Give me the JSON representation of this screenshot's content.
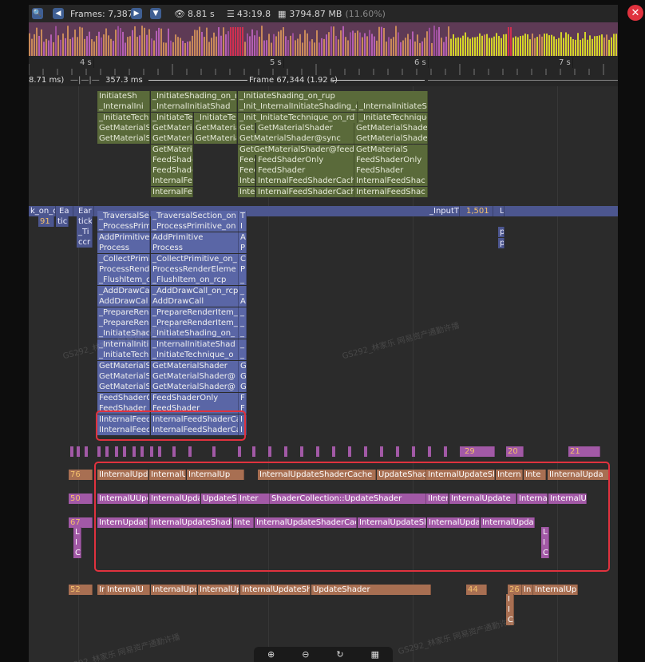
{
  "toolbar": {
    "frames_label": "Frames: 7,387",
    "time_label": "8.81 s",
    "total_time_label": "43:19.8",
    "memory_label": "3794.87 MB",
    "memory_percent": "(11.60%)"
  },
  "ruler": {
    "ticks": [
      "4 s",
      "5 s",
      "6 s",
      "7 s"
    ]
  },
  "framebar": {
    "left_label": "8.71 ms)",
    "mid_label": "357.3 ms",
    "frame_label": "Frame 67,344 (1.92 s)"
  },
  "green_rows": [
    [
      "InitiateSh",
      "_InitiateShading_on_rcp",
      "_InitiateShading_on_rup"
    ],
    [
      "_InternalIni",
      "_InternalInitiatShad",
      "_Init_InternalInitiateShading_on",
      "_InternalInitiateSh"
    ],
    [
      "_InitiateTech",
      "_InitiateTe",
      "_InitiateTe",
      "_Init_InitiateTechnique_on_rd",
      "_InitiateTechnique"
    ],
    [
      "GetMaterialS",
      "GetMateria",
      "GetMateria",
      "GetM",
      "GetMaterialShader",
      "GetMaterialShader"
    ],
    [
      "GetMaterialS",
      "GetMateria",
      "GetMateria",
      "GetMaterialShader@sync",
      "GetMaterialShader"
    ],
    [
      "GetMateria",
      "GetGetMaterialShader@feed",
      "GetMaterialS"
    ],
    [
      "FeedShade",
      "Feec",
      "FeedShaderOnly",
      "FeedShaderOnly"
    ],
    [
      "FeedShade",
      "Feec",
      "FeedShader",
      "FeedShader"
    ],
    [
      "InternalFe",
      "Intel",
      "InternalFeedShaderCach",
      "InternalFeedShac"
    ],
    [
      "InternalFe",
      "Intel",
      "InternalFeedShaderCach",
      "InternalFeedShac"
    ]
  ],
  "blue_top": {
    "left_labels": [
      "k_on_o",
      "Ea",
      "Ear"
    ],
    "left_row2": [
      "91",
      "tic",
      "tick"
    ],
    "left_row3": [
      "_Ti"
    ],
    "left_row4": [
      "ccr"
    ],
    "input_label": "_InputT",
    "input_num": "1,501",
    "input_small": "L",
    "small_p": [
      "p",
      "p"
    ]
  },
  "blue_rows": [
    [
      "_TraversalSe",
      "_TraversalSection_on",
      "T"
    ],
    [
      "_ProcessPrim",
      "_ProcessPrimitive_on",
      "I"
    ],
    [
      "AddPrimitive",
      "AddPrimitive",
      "A"
    ],
    [
      "Process",
      "Process",
      "P"
    ],
    [
      "_CollectPrimi",
      "_CollectPrimitive_on_",
      "C"
    ],
    [
      "ProcessRend",
      "ProcessRenderEleme",
      "P"
    ],
    [
      "_FlushItem_o",
      "_FlushItem_on_rcp",
      "_"
    ],
    [
      "_AddDrawCa",
      "_AddDrawCall_on_rcp",
      "_"
    ],
    [
      "AddDrawCal",
      "AddDrawCall",
      "A"
    ],
    [
      "_PrepareRen",
      "_PrepareRenderItem_",
      "_"
    ],
    [
      "_PrepareRen",
      "_PrepareRenderItem_",
      "_"
    ],
    [
      "_InitiateShad",
      "_InitiateShading_on_",
      "_"
    ],
    [
      "_InternalIniti",
      "_InternalInitiateShad",
      "_"
    ],
    [
      "_InitiateTech",
      "_InitiateTechnique_o",
      "_"
    ],
    [
      "GetMaterialS",
      "GetMaterialShader",
      "G"
    ],
    [
      "GetMaterialS",
      "GetMaterialShader@",
      "G"
    ],
    [
      "GetMaterialS",
      "GetMaterialShader@",
      "G"
    ],
    [
      "FeedShaderC",
      "FeedShaderOnly",
      "F"
    ],
    [
      "FeedShader",
      "FeedShader",
      "F"
    ],
    [
      "IInternalFeed",
      "InternalFeedShaderCa",
      "I"
    ],
    [
      "IInternalFeec",
      "InternalFeedShaderCa",
      "I"
    ]
  ],
  "purple_markers": [
    "29",
    "20",
    "21"
  ],
  "orange_row1": {
    "num": "76",
    "labels": [
      "IInternalUpd",
      "InternalU",
      "InternalUp",
      "InternalUpdateShaderCache",
      "UpdateShad",
      "InternalUpdateSh",
      "Intern",
      "Inte",
      "IInternalUpda"
    ]
  },
  "purple_row2": {
    "num": "50",
    "labels": [
      "InternalUUpd",
      "InternalUpda",
      "UpdateS",
      "Inter",
      "ShaderCollection::UpdateShader",
      "IInter",
      "InternalUpdate",
      "Interna",
      "InternalUp"
    ]
  },
  "purple_row3": {
    "num": "67",
    "labels": [
      "InternUpdat",
      "InternalUpdateShade",
      "Inte",
      "InternalUpdateShaderCac",
      "InternalUpdateSh",
      "InternalUpda",
      "InternalUpda"
    ],
    "small": [
      "L",
      "I",
      "C",
      "L",
      "I",
      "C"
    ]
  },
  "orange_row4": {
    "num": "52",
    "labels": [
      "In",
      "InternalU",
      "InternalUpda",
      "InternalUp",
      "InternalUpdateSh",
      "UpdateShader"
    ],
    "right_num": "44",
    "right_num2": "26",
    "right_labels": [
      "In",
      "InternalUp"
    ],
    "small": [
      "I",
      "I",
      "C"
    ]
  },
  "watermark": "GS292_林家乐 网易资产通勤许播",
  "colors": {
    "accent_red": "#e0323e",
    "blue_zone": "#4c568f",
    "green_zone": "#5a6a3a",
    "purple_zone": "#a259a6",
    "orange_zone": "#a86f52"
  }
}
